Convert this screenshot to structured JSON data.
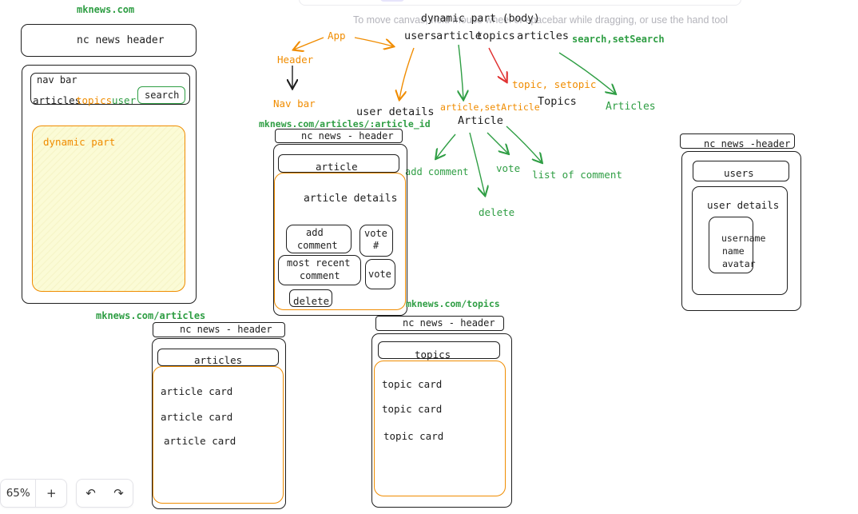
{
  "canvas": {
    "hint": "To move canvas, hold mouse wheel or spacebar while dragging, or use the hand tool",
    "zoom": "65%"
  },
  "toolbar": {
    "zoom_in": "+",
    "undo": "↶",
    "redo": "↷",
    "zoom_in_icon": "plus-icon",
    "undo_icon": "undo-icon",
    "redo_icon": "redo-icon"
  },
  "home": {
    "url": "mknews.com",
    "header": "nc news header",
    "nav_label": "nav bar",
    "nav_articles": "articles",
    "nav_topics": "topics",
    "nav_user": "user",
    "nav_search": "search",
    "dynamic": "dynamic part"
  },
  "tree": {
    "dynamic_title": "dynamic part (body)",
    "app": "App",
    "header": "Header",
    "navbar": "Nav bar",
    "row_users": "users",
    "row_article": "article",
    "row_topics": "topics",
    "row_articles": "articles",
    "search_state": "search,setSearch",
    "user_details": "user details",
    "article_state": "article,setArticle",
    "article": "Article",
    "topic_state": "topic, setopic",
    "topics": "Topics",
    "articles": "Articles",
    "add_comment": "add comment",
    "vote": "vote",
    "list_of_comment": "list of comment",
    "delete": "delete"
  },
  "article_page": {
    "url": "mknews.com/articles/:article_id",
    "header": "nc news - header",
    "title": "article",
    "details": "article details",
    "add_comment_line1": "add",
    "add_comment_line2": "comment",
    "vote_count_line1": "vote",
    "vote_count_line2": "#",
    "recent_line1": "most recent",
    "recent_line2": "comment",
    "vote": "vote",
    "delete": "delete"
  },
  "articles_page": {
    "url": "mknews.com/articles",
    "header": "nc news - header",
    "title": "articles",
    "cards": [
      "article card",
      "article card",
      "article card"
    ]
  },
  "topics_page": {
    "url": "mknews.com/topics",
    "header": "nc news - header",
    "title": "topics",
    "cards": [
      "topic card",
      "topic card",
      "topic card"
    ]
  },
  "users_page": {
    "header": "nc news -header",
    "title": "users",
    "details": "user details",
    "field1": "username",
    "field2": "name",
    "field3": "avatar"
  },
  "colors": {
    "stroke": "#1e1e1e",
    "green": "#2f9e44",
    "orange": "#f08c00",
    "red": "#e03131",
    "yellow_fill": "#fbfbd6"
  }
}
